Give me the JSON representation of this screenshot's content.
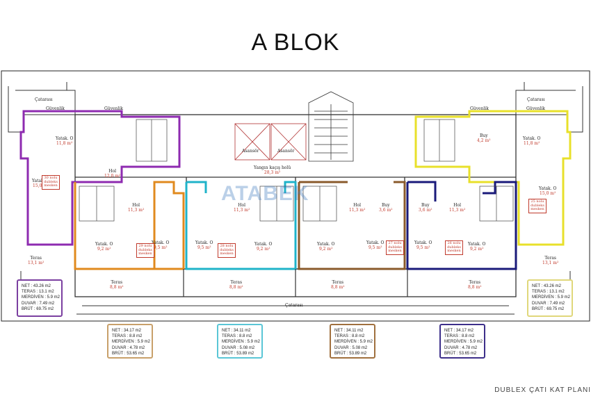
{
  "title": "A BLOK",
  "footer": "DUBLEX ÇATI KAT PLANI",
  "watermark": "ATABEK",
  "labels": {
    "cati_tarasi": "Çatarası",
    "guvenlik": "Güvenlik",
    "yatak_o": "Yatak. O",
    "hol": "Hol",
    "teras": "Teras",
    "asansor": "Asansör",
    "yangin": "Yangın kaçış holü",
    "buy": "Buy"
  },
  "areas": {
    "bed_11_8": "11,8 m²",
    "hol_12_0": "12,0 m²",
    "bed_15_0": "15,0 m²",
    "teras_13_1": "13,1 m²",
    "hol_11_3": "11,3 m²",
    "bed_9_2": "9,2 m²",
    "bed_9_5": "9,5 m²",
    "teras_8_8": "8,8 m²",
    "yangin_28_3": "28,3 m²",
    "buy_3_6": "3,6 m²",
    "buy_4_2": "4,2 m²"
  },
  "meskens": [
    "30 nolu dubleks mesken",
    "29 nolu dubleks mesken",
    "28 nolu dubleks mesken",
    "27 nolu dubleks mesken",
    "26 nolu dubleks mesken",
    "25 nolu dubleks mesken"
  ],
  "stat_boxes": [
    {
      "color": "#7b3fa0",
      "lines": [
        "NET : 43.26 m2",
        "TERAS : 13.1 m2",
        "MERDİVEN : 5.9 m2",
        "DUVAR : 7.49 m2",
        "BRÜT : 69.75 m2"
      ]
    },
    {
      "color": "#e0d77a",
      "lines": [
        "NET : 43.26 m2",
        "TERAS : 13.1 m2",
        "MERDİVEN : 5.9 m2",
        "DUVAR : 7.49 m2",
        "BRÜT : 69.75 m2"
      ]
    },
    {
      "color": "#c8a06a",
      "lines": [
        "NET : 34.17 m2",
        "TERAS : 8.8 m2",
        "MERDİVEN : 5.9 m2",
        "DUVAR : 4.78 m2",
        "BRÜT : 53.65 m2"
      ]
    },
    {
      "color": "#5ac6d6",
      "lines": [
        "NET : 34.11 m2",
        "TERAS : 8.8 m2",
        "MERDİVEN : 5.9 m2",
        "DUVAR : 5.08 m2",
        "BRÜT : 53.89 m2"
      ]
    },
    {
      "color": "#a0703e",
      "lines": [
        "NET : 34.11 m2",
        "TERAS : 8.8 m2",
        "MERDİVEN : 5.9 m2",
        "DUVAR : 5.08 m2",
        "BRÜT : 53.89 m2"
      ]
    },
    {
      "color": "#3d2f8a",
      "lines": [
        "NET : 34.17 m2",
        "TERAS : 8.8 m2",
        "MERDİVEN : 5.9 m2",
        "DUVAR : 4.78 m2",
        "BRÜT : 53.65 m2"
      ]
    }
  ],
  "unit_colors": {
    "purple": "#8e2bb0",
    "yellow": "#e8e02a",
    "orange": "#e08a1e",
    "cyan": "#1fb3c9",
    "brown": "#8a5a2b",
    "navy": "#1a1a7a",
    "accent_red": "#c0392b"
  }
}
